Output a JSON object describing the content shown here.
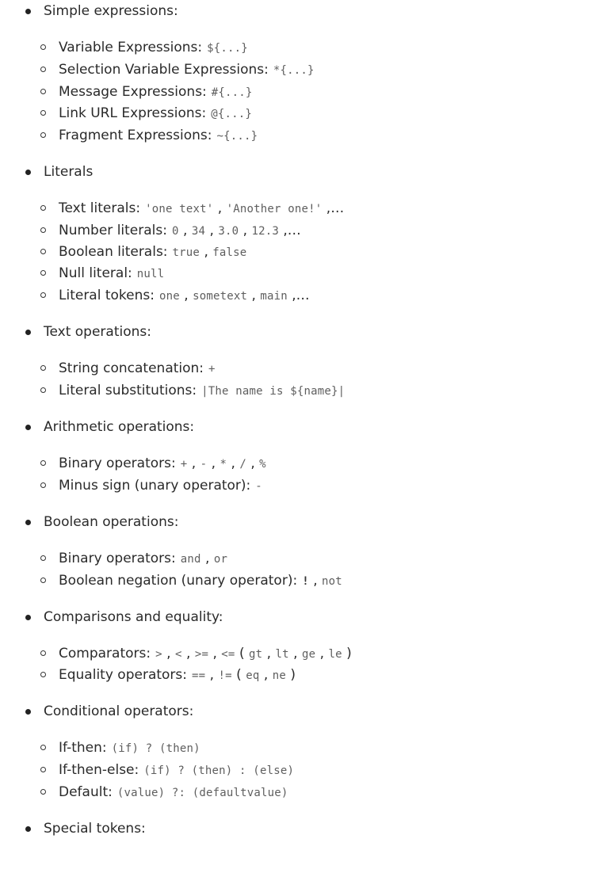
{
  "sections": [
    {
      "title": "Simple expressions:",
      "items": [
        {
          "label": "Variable Expressions:",
          "parts": [
            {
              "t": "code",
              "v": "${...}"
            }
          ]
        },
        {
          "label": "Selection Variable Expressions:",
          "parts": [
            {
              "t": "code",
              "v": "*{...}"
            }
          ]
        },
        {
          "label": "Message Expressions:",
          "parts": [
            {
              "t": "code",
              "v": "#{...}"
            }
          ]
        },
        {
          "label": "Link URL Expressions:",
          "parts": [
            {
              "t": "code",
              "v": "@{...}"
            }
          ]
        },
        {
          "label": "Fragment Expressions:",
          "parts": [
            {
              "t": "code",
              "v": "~{...}"
            }
          ]
        }
      ]
    },
    {
      "title": "Literals",
      "items": [
        {
          "label": "Text literals:",
          "parts": [
            {
              "t": "code",
              "v": "'one text'"
            },
            {
              "t": "text",
              "v": " , "
            },
            {
              "t": "code",
              "v": "'Another one!'"
            },
            {
              "t": "text",
              "v": " ,…"
            }
          ]
        },
        {
          "label": "Number literals:",
          "parts": [
            {
              "t": "code",
              "v": "0"
            },
            {
              "t": "text",
              "v": " , "
            },
            {
              "t": "code",
              "v": "34"
            },
            {
              "t": "text",
              "v": " , "
            },
            {
              "t": "code",
              "v": "3.0"
            },
            {
              "t": "text",
              "v": " , "
            },
            {
              "t": "code",
              "v": "12.3"
            },
            {
              "t": "text",
              "v": " ,…"
            }
          ]
        },
        {
          "label": "Boolean literals:",
          "parts": [
            {
              "t": "code",
              "v": "true"
            },
            {
              "t": "text",
              "v": " , "
            },
            {
              "t": "code",
              "v": "false"
            }
          ]
        },
        {
          "label": "Null literal:",
          "parts": [
            {
              "t": "code",
              "v": "null"
            }
          ]
        },
        {
          "label": "Literal tokens:",
          "parts": [
            {
              "t": "code",
              "v": "one"
            },
            {
              "t": "text",
              "v": " , "
            },
            {
              "t": "code",
              "v": "sometext"
            },
            {
              "t": "text",
              "v": " , "
            },
            {
              "t": "code",
              "v": "main"
            },
            {
              "t": "text",
              "v": " ,…"
            }
          ]
        }
      ]
    },
    {
      "title": "Text operations:",
      "items": [
        {
          "label": "String concatenation:",
          "parts": [
            {
              "t": "code",
              "v": "+"
            }
          ]
        },
        {
          "label": "Literal substitutions:",
          "parts": [
            {
              "t": "code",
              "v": "|The name is ${name}|"
            }
          ]
        }
      ]
    },
    {
      "title": "Arithmetic operations:",
      "items": [
        {
          "label": "Binary operators:",
          "parts": [
            {
              "t": "code",
              "v": "+"
            },
            {
              "t": "text",
              "v": " , "
            },
            {
              "t": "code",
              "v": "-"
            },
            {
              "t": "text",
              "v": " , "
            },
            {
              "t": "code",
              "v": "*"
            },
            {
              "t": "text",
              "v": " , "
            },
            {
              "t": "code",
              "v": "/"
            },
            {
              "t": "text",
              "v": " , "
            },
            {
              "t": "code",
              "v": "%"
            }
          ]
        },
        {
          "label": "Minus sign (unary operator):",
          "parts": [
            {
              "t": "code",
              "v": "-"
            }
          ]
        }
      ]
    },
    {
      "title": "Boolean operations:",
      "items": [
        {
          "label": "Binary operators:",
          "parts": [
            {
              "t": "code",
              "v": "and"
            },
            {
              "t": "text",
              "v": " , "
            },
            {
              "t": "code",
              "v": "or"
            }
          ]
        },
        {
          "label": "Boolean negation (unary operator):",
          "parts": [
            {
              "t": "bcode",
              "v": "!"
            },
            {
              "t": "text",
              "v": " , "
            },
            {
              "t": "code",
              "v": "not"
            }
          ]
        }
      ]
    },
    {
      "title": "Comparisons and equality:",
      "items": [
        {
          "label": "Comparators:",
          "parts": [
            {
              "t": "code",
              "v": ">"
            },
            {
              "t": "text",
              "v": " , "
            },
            {
              "t": "code",
              "v": "<"
            },
            {
              "t": "text",
              "v": " , "
            },
            {
              "t": "code",
              "v": ">="
            },
            {
              "t": "text",
              "v": " , "
            },
            {
              "t": "code",
              "v": "<="
            },
            {
              "t": "text",
              "v": " ( "
            },
            {
              "t": "code",
              "v": "gt"
            },
            {
              "t": "text",
              "v": " , "
            },
            {
              "t": "code",
              "v": "lt"
            },
            {
              "t": "text",
              "v": " , "
            },
            {
              "t": "code",
              "v": "ge"
            },
            {
              "t": "text",
              "v": " , "
            },
            {
              "t": "code",
              "v": "le"
            },
            {
              "t": "text",
              "v": " )"
            }
          ]
        },
        {
          "label": "Equality operators:",
          "parts": [
            {
              "t": "code",
              "v": "=="
            },
            {
              "t": "text",
              "v": " , "
            },
            {
              "t": "code",
              "v": "!="
            },
            {
              "t": "text",
              "v": " ( "
            },
            {
              "t": "code",
              "v": "eq"
            },
            {
              "t": "text",
              "v": " , "
            },
            {
              "t": "code",
              "v": "ne"
            },
            {
              "t": "text",
              "v": " )"
            }
          ]
        }
      ]
    },
    {
      "title": "Conditional operators:",
      "items": [
        {
          "label": "If-then:",
          "parts": [
            {
              "t": "code",
              "v": "(if) ? (then)"
            }
          ]
        },
        {
          "label": "If-then-else:",
          "parts": [
            {
              "t": "code",
              "v": "(if) ? (then) : (else)"
            }
          ]
        },
        {
          "label": "Default:",
          "parts": [
            {
              "t": "code",
              "v": "(value) ?: (defaultvalue)"
            }
          ]
        }
      ]
    },
    {
      "title": "Special tokens:",
      "items": []
    }
  ]
}
